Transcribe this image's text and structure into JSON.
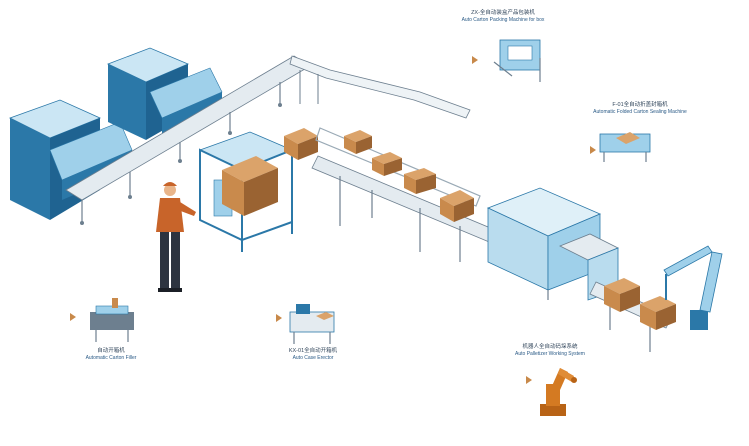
{
  "machines": [
    {
      "id": "top_sealer_caption",
      "label_cn": "ZX-全自动装盒产品包装机",
      "label_en": "Auto Carton Packing Machine for box"
    },
    {
      "id": "right_sealer_caption",
      "label_cn": "F-01全自动折盖封箱机",
      "label_en": "Automatic Folded Carton Sealing Machine"
    },
    {
      "id": "erector_caption",
      "label_cn": "自动开箱机",
      "label_en": "Automatic Carton Filler"
    },
    {
      "id": "side_sealer_caption",
      "label_cn": "KX-01全自动开箱机",
      "label_en": "Auto Case Erector"
    },
    {
      "id": "robot_caption",
      "label_cn": "机器人全自动码垛系统",
      "label_en": "Auto Palletizer Working System"
    }
  ],
  "colors": {
    "machine_blue": "#2b78a8",
    "machine_light": "#9fd0ea",
    "machine_top": "#cbe6f4",
    "frame": "#6d7f8f",
    "conveyor": "#e4ebf0",
    "carton": "#c98a4c",
    "carton_dark": "#9a6332",
    "robot_orange": "#d47a22",
    "worker_shirt": "#c8642a",
    "worker_pants": "#2d3440",
    "arrow": "#c8894a"
  },
  "icons": [
    "arrow-marker-icon"
  ]
}
